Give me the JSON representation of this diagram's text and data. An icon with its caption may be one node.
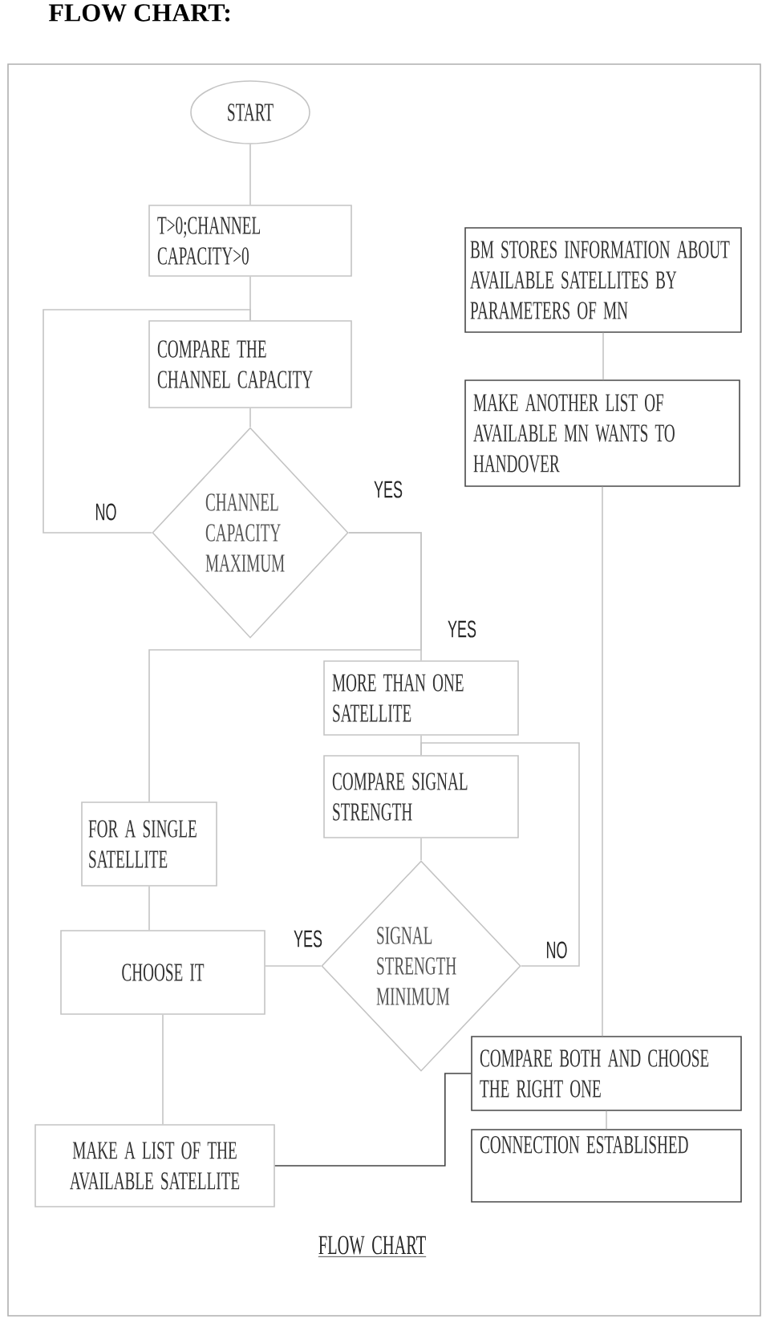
{
  "diagram": {
    "title": "FLOW CHART:",
    "caption": "FLOW CHART",
    "nodes": [
      {
        "text": [
          "START"
        ]
      },
      {
        "text": [
          "T>0;CHANNEL CAPACITY>0"
        ]
      },
      {
        "text": [
          "COMPARE THE CHANNEL CAPACITY"
        ]
      },
      {
        "text": [
          "CHANNEL CAPACITY MAXIMUM"
        ]
      },
      {
        "text": [
          "MORE THAN ONE SATELLITE"
        ]
      },
      {
        "text": [
          "COMPARE SIGNAL STRENGTH"
        ]
      },
      {
        "text": [
          "FOR A SINGLE SATELLITE"
        ]
      },
      {
        "text": [
          "SIGNAL STRENGTH MINIMUM"
        ]
      },
      {
        "text": [
          "CHOOSE IT"
        ]
      },
      {
        "text": [
          "MAKE A LIST OF THE AVAILABLE SATELLITE"
        ]
      },
      {
        "text": [
          "BM STORES INFORMATION ABOUT AVAILABLE SATELLITES BY PARAMETERS OF MN"
        ]
      },
      {
        "text": [
          "MAKE ANOTHER LIST OF AVAILABLE MN WANTS TO HANDOVER"
        ]
      },
      {
        "text": [
          "COMPARE BOTH AND CHOOSE THE RIGHT ONE"
        ]
      },
      {
        "text": [
          "CONNECTION ESTABLISHED"
        ]
      }
    ],
    "edges": [
      {
        "from": 0,
        "to": 1,
        "arrow": "none"
      },
      {
        "from": 1,
        "to": 2,
        "arrow": "none"
      },
      {
        "from": 2,
        "to": 3,
        "arrow": "none"
      },
      {
        "from": 3,
        "to": 2,
        "arrow": "none",
        "label": "NO"
      },
      {
        "from": 3,
        "to": 4,
        "arrow": "none",
        "label": "YES"
      },
      {
        "from": 3,
        "to": 6,
        "arrow": "none",
        "label": "YES"
      },
      {
        "from": 4,
        "to": 5,
        "arrow": "none"
      },
      {
        "from": 5,
        "to": 7,
        "arrow": "none"
      },
      {
        "from": 7,
        "to": 5,
        "arrow": "none",
        "label": "NO"
      },
      {
        "from": 7,
        "to": 8,
        "arrow": "none",
        "label": "YES"
      },
      {
        "from": 6,
        "to": 8,
        "arrow": "none"
      },
      {
        "from": 8,
        "to": 9,
        "arrow": "none"
      },
      {
        "from": 9,
        "to": 12,
        "arrow": "none",
        "color": "#444444"
      },
      {
        "from": 10,
        "to": 11,
        "arrow": "none"
      },
      {
        "from": 11,
        "to": 12,
        "arrow": "none"
      },
      {
        "from": 12,
        "to": 13,
        "arrow": "none"
      }
    ]
  }
}
